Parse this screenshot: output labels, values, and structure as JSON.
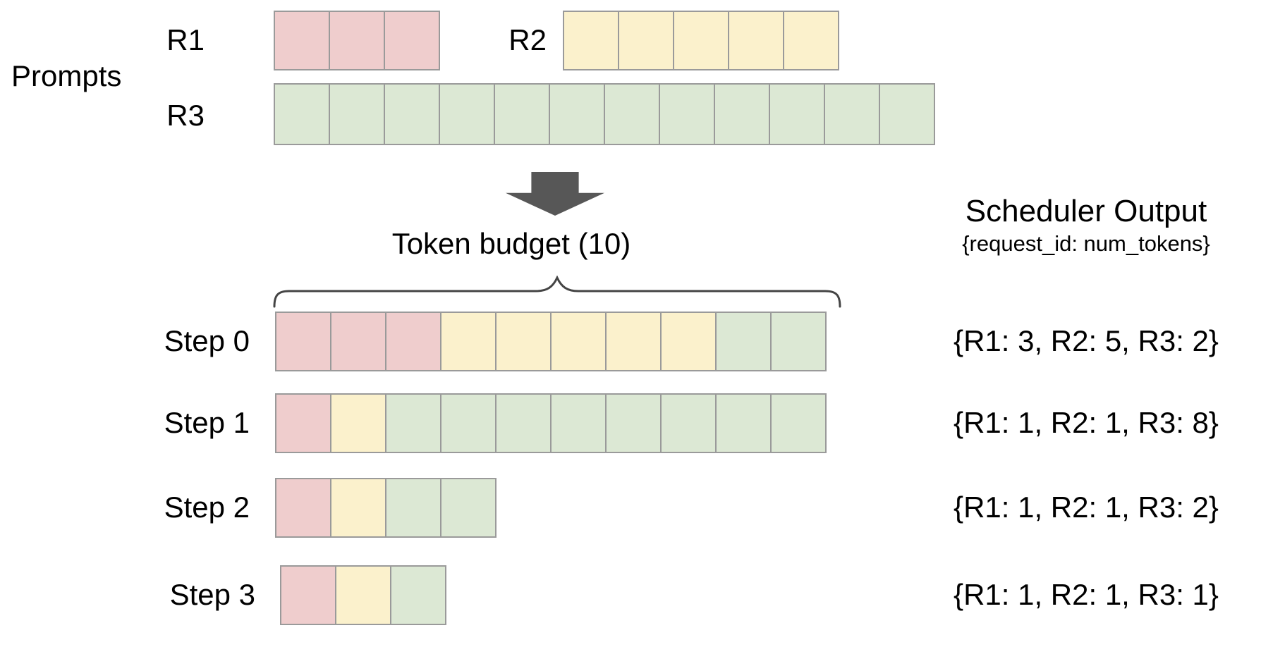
{
  "colors": {
    "r1_fill": "#efcdcd",
    "r2_fill": "#fbf1cc",
    "r3_fill": "#dce8d4",
    "cell_border": "#9a9a9a",
    "arrow": "#575757",
    "brace": "#444444",
    "text": "#000000",
    "background": "#ffffff"
  },
  "prompts": {
    "label": "Prompts",
    "rows": [
      {
        "id": "R1",
        "label": "R1",
        "segments": [
          {
            "request": "R1",
            "color": "r1_fill",
            "count": 3
          }
        ]
      },
      {
        "id": "R2",
        "label": "R2",
        "segments": [
          {
            "request": "R2",
            "color": "r2_fill",
            "count": 5
          }
        ]
      },
      {
        "id": "R3",
        "label": "R3",
        "segments": [
          {
            "request": "R3",
            "color": "r3_fill",
            "count": 12
          }
        ]
      }
    ]
  },
  "token_budget": {
    "label": "Token budget (10)",
    "value": 10
  },
  "scheduler": {
    "title": "Scheduler Output",
    "subtitle": "{request_id: num_tokens}"
  },
  "steps": [
    {
      "label": "Step 0",
      "segments": [
        {
          "request": "R1",
          "color": "r1_fill",
          "count": 3
        },
        {
          "request": "R2",
          "color": "r2_fill",
          "count": 5
        },
        {
          "request": "R3",
          "color": "r3_fill",
          "count": 2
        }
      ],
      "output": "{R1: 3, R2: 5, R3: 2}"
    },
    {
      "label": "Step 1",
      "segments": [
        {
          "request": "R1",
          "color": "r1_fill",
          "count": 1
        },
        {
          "request": "R2",
          "color": "r2_fill",
          "count": 1
        },
        {
          "request": "R3",
          "color": "r3_fill",
          "count": 8
        }
      ],
      "output": "{R1: 1, R2: 1, R3: 8}"
    },
    {
      "label": "Step 2",
      "segments": [
        {
          "request": "R1",
          "color": "r1_fill",
          "count": 1
        },
        {
          "request": "R2",
          "color": "r2_fill",
          "count": 1
        },
        {
          "request": "R3",
          "color": "r3_fill",
          "count": 2
        }
      ],
      "output": "{R1: 1, R2: 1, R3: 2}"
    },
    {
      "label": "Step 3",
      "segments": [
        {
          "request": "R1",
          "color": "r1_fill",
          "count": 1
        },
        {
          "request": "R2",
          "color": "r2_fill",
          "count": 1
        },
        {
          "request": "R3",
          "color": "r3_fill",
          "count": 1
        }
      ],
      "output": "{R1: 1, R2: 1, R3: 1}"
    }
  ]
}
